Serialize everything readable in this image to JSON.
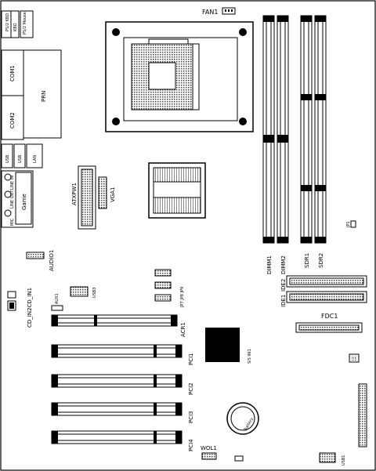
{
  "board": {
    "back_panel": {
      "ps2_kbd": "PS/2 KBD",
      "ps2_mouse": "PS/2 Mouse",
      "com1": "COM1",
      "prn": "PRN",
      "com2": "COM2",
      "usb": "USB",
      "usb2": "USB",
      "lan": "LAN",
      "line_in": "LINE IN",
      "line_out": "LINE OUT",
      "game": "Game",
      "mic": "MIC"
    },
    "connectors": {
      "fan1": "FAN1",
      "atxpw1": "ATXPW1",
      "vga1": "VGA1",
      "audio1": "AUDIO1",
      "cd_in": "CD_IN2CD_IN1",
      "aux1": "AUX1",
      "usb3": "USB3",
      "ide1": "IDE1",
      "ide2": "IDE2",
      "fdc1": "FDC1",
      "wol1": "WOL1",
      "usb1": "USB1"
    },
    "memory": {
      "dimm1": "DIMM1",
      "dimm2": "DIMM2",
      "sdr1": "SDR1",
      "sdr2": "SDR2"
    },
    "slots": {
      "acr1": "ACR1",
      "pci1": "PCI1",
      "pci2": "PCI2",
      "pci3": "PCI3",
      "pci4": "PCI4"
    },
    "jumpers": {
      "jp": "JP7 JP8 JP9",
      "jp1": "JP1"
    },
    "chips": {
      "sis": "SiS 961",
      "battery": "Battery"
    }
  },
  "colors": {
    "line": "#000000",
    "background": "#ffffff",
    "gray": "#9a9a9a",
    "dark": "#1a1a1a"
  }
}
